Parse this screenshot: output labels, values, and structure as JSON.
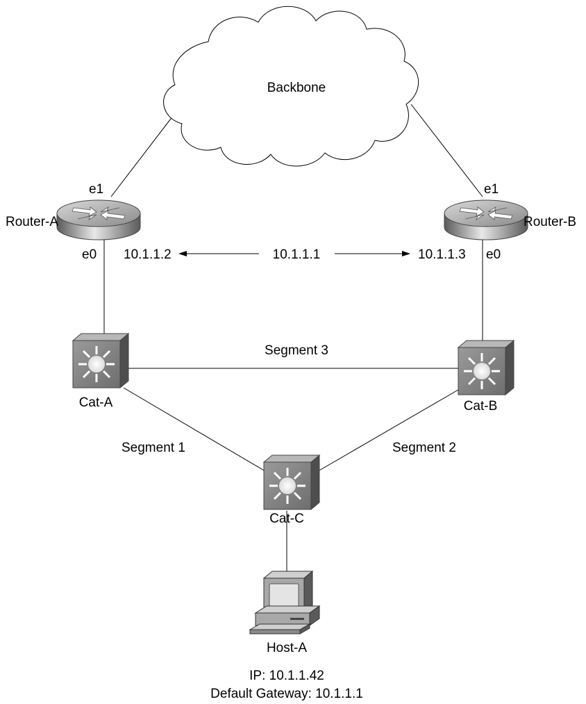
{
  "cloud": {
    "label": "Backbone"
  },
  "routers": {
    "a": {
      "name": "Router-A",
      "upper_port": "e1",
      "lower_port": "e0",
      "ip": "10.1.1.2"
    },
    "b": {
      "name": "Router-B",
      "upper_port": "e1",
      "lower_port": "e0",
      "ip": "10.1.1.3"
    }
  },
  "virtual_ip": "10.1.1.1",
  "switches": {
    "a": "Cat-A",
    "b": "Cat-B",
    "c": "Cat-C"
  },
  "segments": {
    "s1": "Segment 1",
    "s2": "Segment 2",
    "s3": "Segment 3"
  },
  "host": {
    "name": "Host-A",
    "ip_line": "IP: 10.1.1.42",
    "gateway_line": "Default Gateway: 10.1.1.1"
  },
  "colors": {
    "line": "#000000",
    "device_dark": "#6a6a6a",
    "device_light": "#c8c8c8"
  }
}
